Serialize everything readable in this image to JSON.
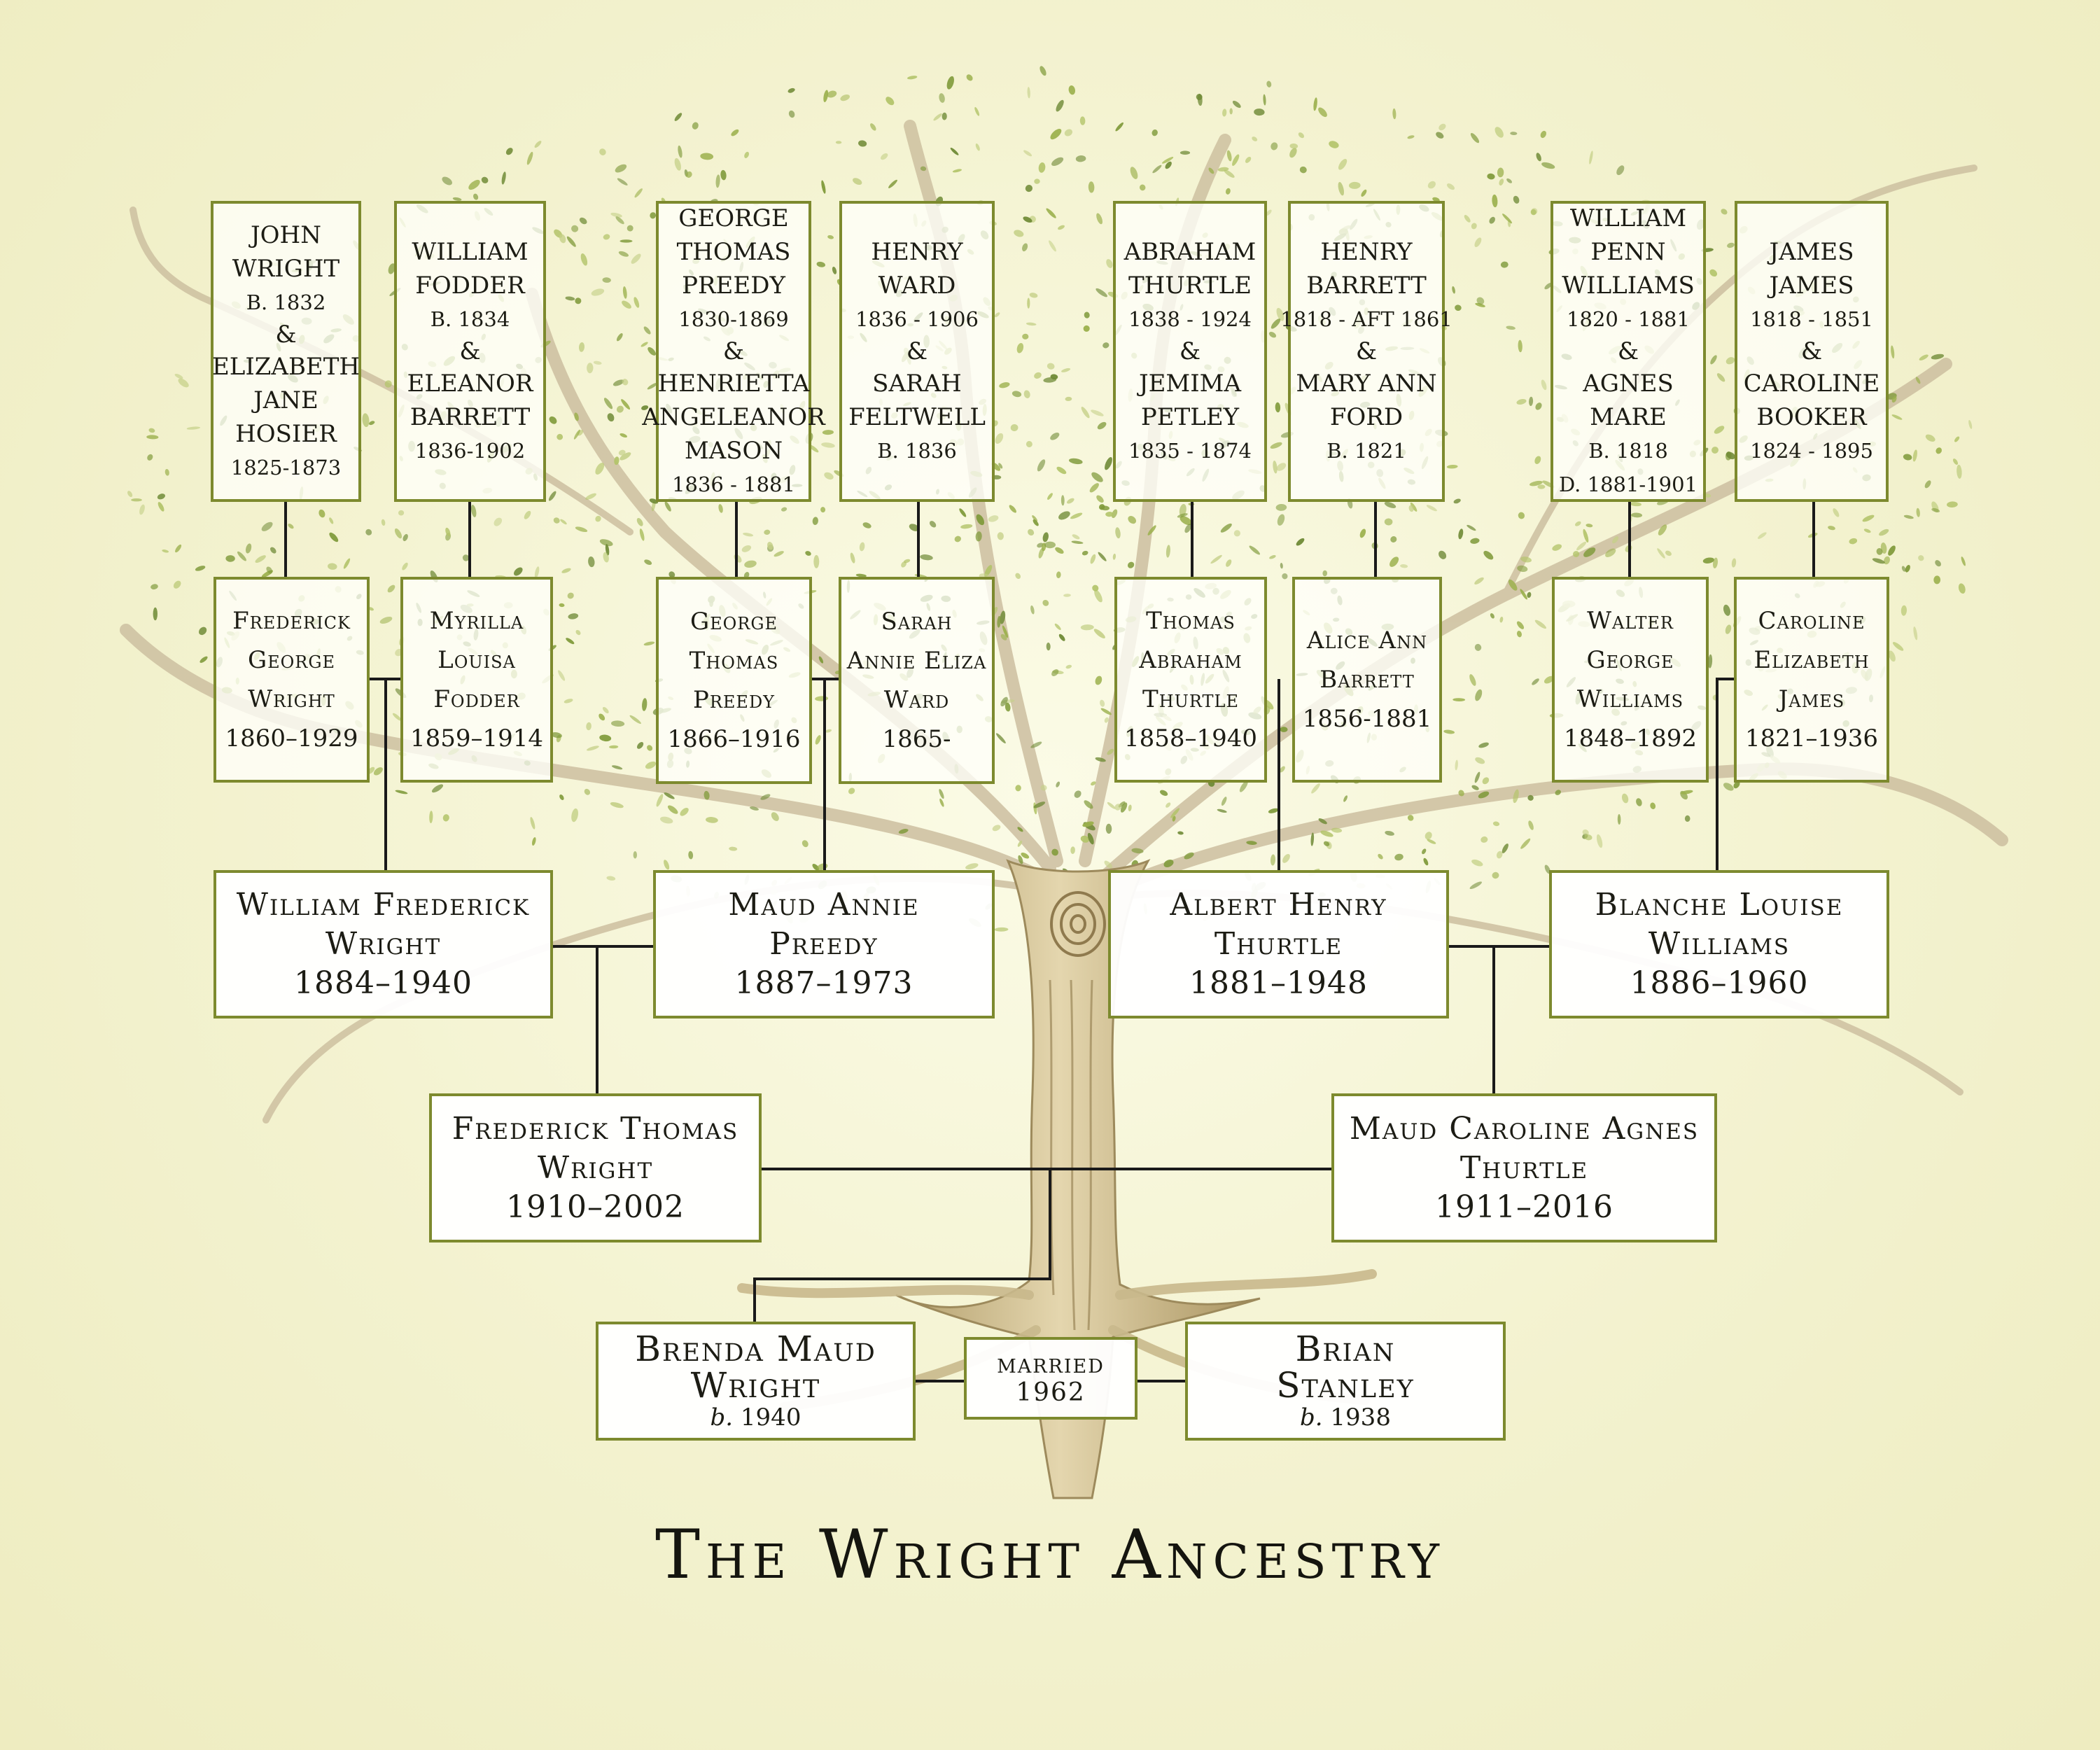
{
  "title": "The Wright Ancestry",
  "colors": {
    "box_border": "#7d8a2e",
    "connector": "#1a1a1a",
    "trunk": "#cdbb8a",
    "trunk_dark": "#a99464",
    "leaf": "#9bb04c",
    "leaf_dark": "#6f8a36",
    "background": "#f3f2cf"
  },
  "great_grandparent_couples": [
    {
      "lines": [
        "JOHN",
        "WRIGHT",
        "B. 1832",
        "&",
        "ELIZABETH",
        "JANE",
        "HOSIER",
        "1825-1873"
      ]
    },
    {
      "lines": [
        "WILLIAM",
        "FODDER",
        "B. 1834",
        "&",
        "ELEANOR",
        "BARRETT",
        "1836-1902"
      ]
    },
    {
      "lines": [
        "GEORGE",
        "THOMAS",
        "PREEDY",
        "1830-1869",
        "&",
        "HENRIETTA",
        "ANGELEANOR",
        "MASON",
        "1836 - 1881"
      ]
    },
    {
      "lines": [
        "HENRY",
        "WARD",
        "1836 - 1906",
        "&",
        "SARAH",
        "FELTWELL",
        "B. 1836"
      ]
    },
    {
      "lines": [
        "ABRAHAM",
        "THURTLE",
        "1838 - 1924",
        "&",
        "JEMIMA",
        "PETLEY",
        "1835 - 1874"
      ]
    },
    {
      "lines": [
        "HENRY",
        "BARRETT",
        "1818 - AFT 1861",
        "&",
        "MARY ANN",
        "FORD",
        "B. 1821"
      ]
    },
    {
      "lines": [
        "WILLIAM",
        "PENN",
        "WILLIAMS",
        "1820 - 1881",
        "&",
        "AGNES",
        "MARE",
        "B. 1818",
        "D. 1881-1901"
      ]
    },
    {
      "lines": [
        "JAMES",
        "JAMES",
        "1818 - 1851",
        "&",
        "CAROLINE",
        "BOOKER",
        "1824 - 1895"
      ]
    }
  ],
  "great_grandparents": [
    {
      "lines": [
        "Frederick",
        "George",
        "Wright"
      ],
      "years": "1860–1929"
    },
    {
      "lines": [
        "Myrilla",
        "Louisa",
        "Fodder"
      ],
      "years": "1859–1914"
    },
    {
      "lines": [
        "George",
        "Thomas",
        "Preedy"
      ],
      "years": "1866–1916"
    },
    {
      "lines": [
        "Sarah",
        "Annie Eliza",
        "Ward"
      ],
      "years": "1865-"
    },
    {
      "lines": [
        "Thomas",
        "Abraham",
        "Thurtle"
      ],
      "years": "1858–1940"
    },
    {
      "lines": [
        "Alice Ann",
        "Barrett"
      ],
      "years": "1856-1881"
    },
    {
      "lines": [
        "Walter",
        "George",
        "Williams"
      ],
      "years": "1848–1892"
    },
    {
      "lines": [
        "Caroline",
        "Elizabeth",
        "James"
      ],
      "years": "1821–1936"
    }
  ],
  "grandparents": [
    {
      "lines": [
        "William Frederick",
        "Wright"
      ],
      "years": "1884–1940"
    },
    {
      "lines": [
        "Maud Annie",
        "Preedy"
      ],
      "years": "1887–1973"
    },
    {
      "lines": [
        "Albert Henry",
        "Thurtle"
      ],
      "years": "1881–1948"
    },
    {
      "lines": [
        "Blanche Louise",
        "Williams"
      ],
      "years": "1886–1960"
    }
  ],
  "parents": [
    {
      "lines": [
        "Frederick Thomas",
        "Wright"
      ],
      "years": "1910–2002"
    },
    {
      "lines": [
        "Maud Caroline Agnes",
        "Thurtle"
      ],
      "years": "1911–2016"
    }
  ],
  "couple": {
    "bride": {
      "lines": [
        "Brenda Maud",
        "Wright"
      ],
      "born_prefix": "b.",
      "born": "1940"
    },
    "married": {
      "label": "married",
      "year": "1962"
    },
    "groom": {
      "lines": [
        "Brian",
        "Stanley"
      ],
      "born_prefix": "b.",
      "born": "1938"
    }
  }
}
